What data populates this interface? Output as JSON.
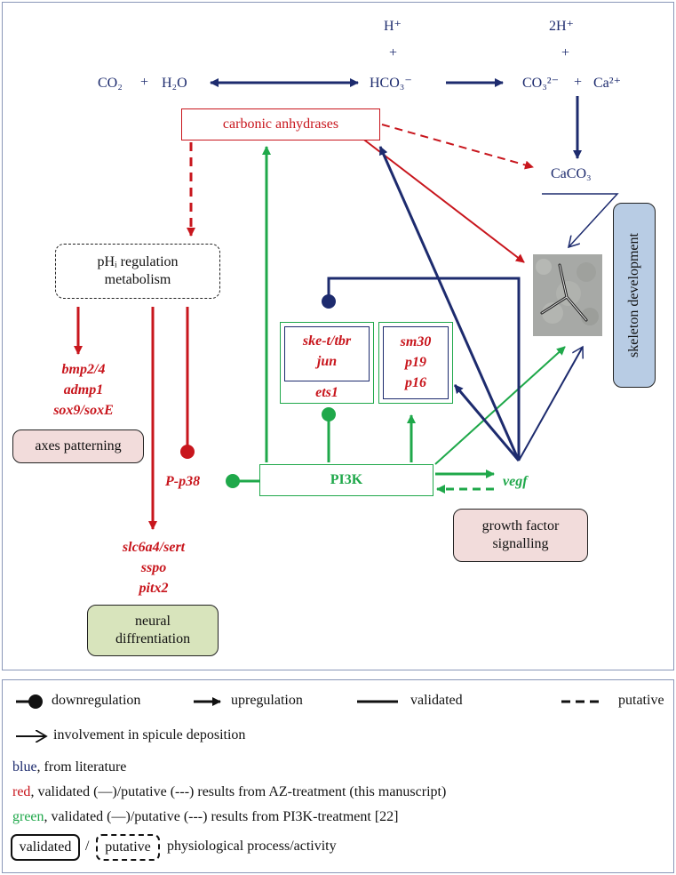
{
  "reaction": {
    "co2": "CO₂",
    "plus1": "+",
    "h2o": "H₂O",
    "h_plus": "H⁺",
    "plus_top": "+",
    "hco3": "HCO₃⁻",
    "two_h_plus": "2H⁺",
    "plus_top2": "+",
    "co3": "CO₃²⁻",
    "plus2": "+",
    "ca": "Ca²⁺",
    "caco3": "CaCO₃"
  },
  "nodes": {
    "carbonic_anhydrases": "carbonic anhydrases",
    "phi_line1": "pHᵢ regulation",
    "phi_line2": "metabolism",
    "pi3k": "PI3K",
    "vegf": "vegf",
    "p_p38": "P-p38",
    "skeleton_development": "skeleton development",
    "axes_patterning": "axes patterning",
    "growth_factor_line1": "growth factor",
    "growth_factor_line2": "signalling",
    "neural_line1": "neural",
    "neural_line2": "diffrentiation"
  },
  "gene_groups": {
    "axes": [
      "bmp2/4",
      "admp1",
      "sox9/soxE"
    ],
    "left_box": [
      "ske-t/tbr",
      "jun"
    ],
    "left_box_outer": "ets1",
    "right_box": [
      "sm30",
      "p19",
      "p16"
    ],
    "neural": [
      "slc6a4/sert",
      "sspo",
      "pitx2"
    ]
  },
  "legend": {
    "downregulation": "downregulation",
    "upregulation": "upregulation",
    "validated": "validated",
    "putative": "putative",
    "involvement": "involvement in spicule deposition",
    "blue_word": "blue",
    "blue_text": ", from literature",
    "red_word": "red",
    "red_text": ", validated (—)/putative (---) results from AZ-treatment (this manuscript)",
    "green_word": "green",
    "green_text": ", validated (—)/putative (---) results from PI3K-treatment [22]",
    "box_validated": "validated",
    "slash": "/",
    "box_putative": "putative",
    "process_text": "physiological process/activity"
  },
  "colors": {
    "blue": "#1d2b6e",
    "red": "#c8161d",
    "green": "#1fa84a",
    "pink_fill": "#f2dcdb",
    "green_fill": "#d8e4bc",
    "blue_fill": "#b8cce4"
  }
}
